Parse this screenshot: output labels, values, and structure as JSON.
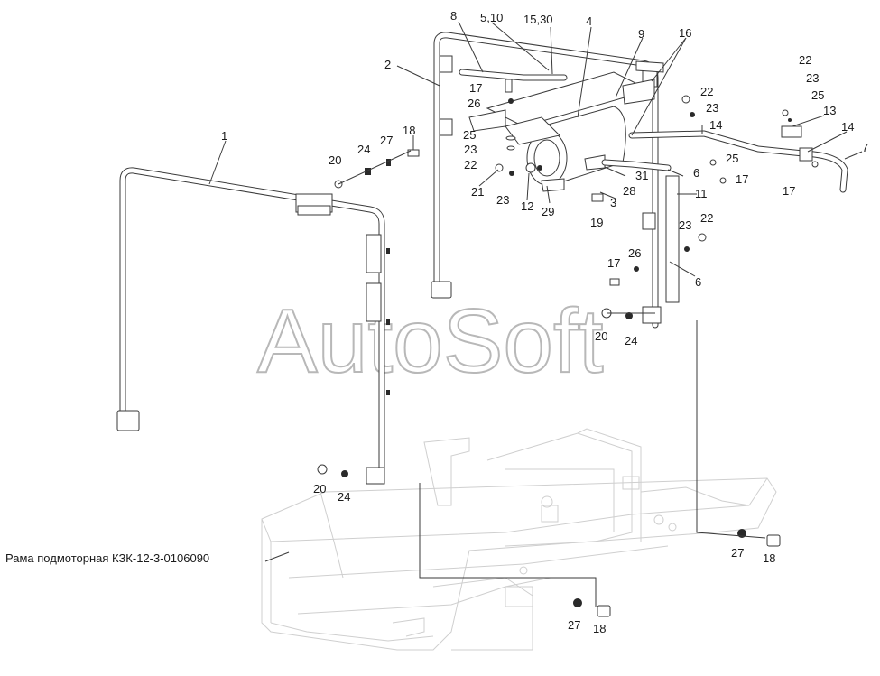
{
  "watermark": "AutoSoft",
  "frame_caption": "Рама подмоторная КЗК-12-3-0106090",
  "callouts": {
    "c1": "1",
    "c2": "2",
    "c8": "8",
    "c510": "5,10",
    "c1530": "15,30",
    "c4": "4",
    "c9": "9",
    "c16": "16",
    "c17a": "17",
    "c26a": "26",
    "c25a": "25",
    "c23a": "23",
    "c22a": "22",
    "c21": "21",
    "c23b": "23",
    "c12": "12",
    "c29": "29",
    "c19": "19",
    "c3": "3",
    "c28": "28",
    "c31": "31",
    "c22b": "22",
    "c23c": "23",
    "c14a": "14",
    "c25b": "25",
    "c17b": "17",
    "c6a": "6",
    "c11": "11",
    "c22c": "22",
    "c23d": "23",
    "c25c": "25",
    "c13": "13",
    "c14b": "14",
    "c7": "7",
    "c17c": "17",
    "c20a": "20",
    "c24a": "24",
    "c27a": "27",
    "c18a": "18",
    "c23e": "23",
    "c22d": "22",
    "c26b": "26",
    "c17d": "17",
    "c6b": "6",
    "c20b": "20",
    "c24b": "24",
    "c20c": "20",
    "c24c": "24",
    "c27b": "27",
    "c18b": "18",
    "c27c": "27",
    "c18c": "18"
  }
}
